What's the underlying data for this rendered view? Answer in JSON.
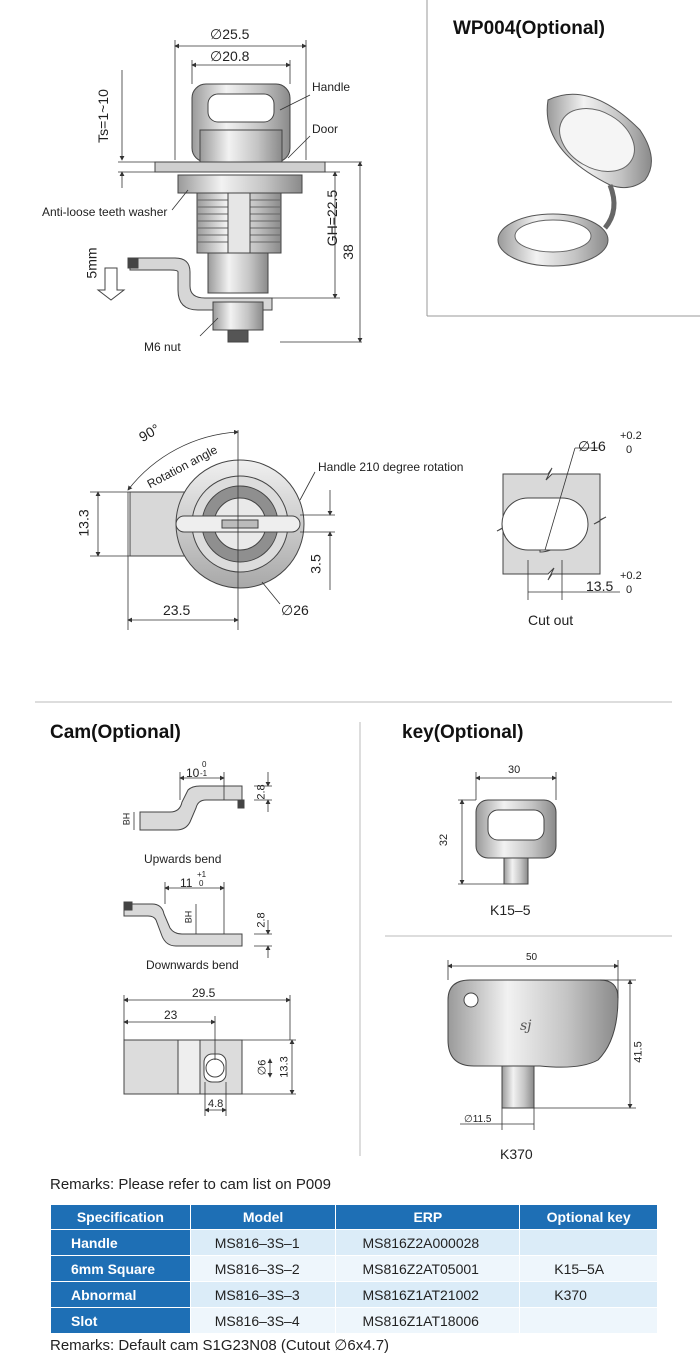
{
  "top_drawing": {
    "dim_outer": "∅25.5",
    "dim_inner": "∅20.8",
    "label_handle": "Handle",
    "label_door": "Door",
    "dim_ts": "Ts=1~10",
    "dim_gh": "GH=22.5",
    "dim_total": "38",
    "label_washer": "Anti-loose teeth washer",
    "dim_travel": "5mm",
    "label_nut": "M6 nut"
  },
  "accessory": {
    "title": "WP004(Optional)"
  },
  "front_view": {
    "angle": "90°",
    "angle_label": "Rotation angle",
    "handle_rotation": "Handle 210 degree rotation",
    "dim_height": "13.3",
    "dim_width": "23.5",
    "dim_offset": "3.5",
    "dim_dia": "∅26"
  },
  "cutout": {
    "dim_dia": "∅16",
    "dim_dia_tol_upper": "+0.2",
    "dim_dia_tol_lower": "0",
    "dim_flat": "13.5",
    "dim_flat_tol_upper": "+0.2",
    "dim_flat_tol_lower": "0",
    "caption": "Cut out"
  },
  "cam": {
    "title": "Cam(Optional)",
    "up_dim": "10",
    "up_tol_upper": "0",
    "up_tol_lower": "-1",
    "up_thick": "2.8",
    "up_bh": "BH",
    "up_caption": "Upwards bend",
    "down_dim": "11",
    "down_tol_upper": "+1",
    "down_tol_lower": "0",
    "down_thick": "2.8",
    "down_bh": "BH",
    "down_caption": "Downwards bend",
    "flat_len_total": "29.5",
    "flat_len": "23",
    "flat_hole": "∅6",
    "flat_width": "13.3",
    "flat_edge": "4.8"
  },
  "key": {
    "title": "key(Optional)",
    "k1_width": "30",
    "k1_height": "32",
    "k1_name": "K15–5",
    "k2_width": "50",
    "k2_height": "41.5",
    "k2_dia": "∅11.5",
    "k2_logo": "sj",
    "k2_name": "K370"
  },
  "remarks_top": "Remarks: Please refer to cam list on P009",
  "table": {
    "headers": [
      "Specification",
      "Model",
      "ERP",
      "Optional key"
    ],
    "rows": [
      [
        "Handle",
        "MS816–3S–1",
        "MS816Z2A000028",
        ""
      ],
      [
        "6mm Square",
        "MS816–3S–2",
        "MS816Z2AT05001",
        "K15–5A"
      ],
      [
        "Abnormal",
        "MS816–3S–3",
        "MS816Z1AT21002",
        "K370"
      ],
      [
        "Slot",
        "MS816–3S–4",
        "MS816Z1AT18006",
        ""
      ]
    ]
  },
  "remarks_bottom": "Remarks: Default cam S1G23N08 (Cutout ∅6x4.7)",
  "colors": {
    "header_blue": "#1e6fb5",
    "row_light": "#dbecf8",
    "row_lighter": "#eef6fc",
    "metal": "#d8d8d8"
  }
}
